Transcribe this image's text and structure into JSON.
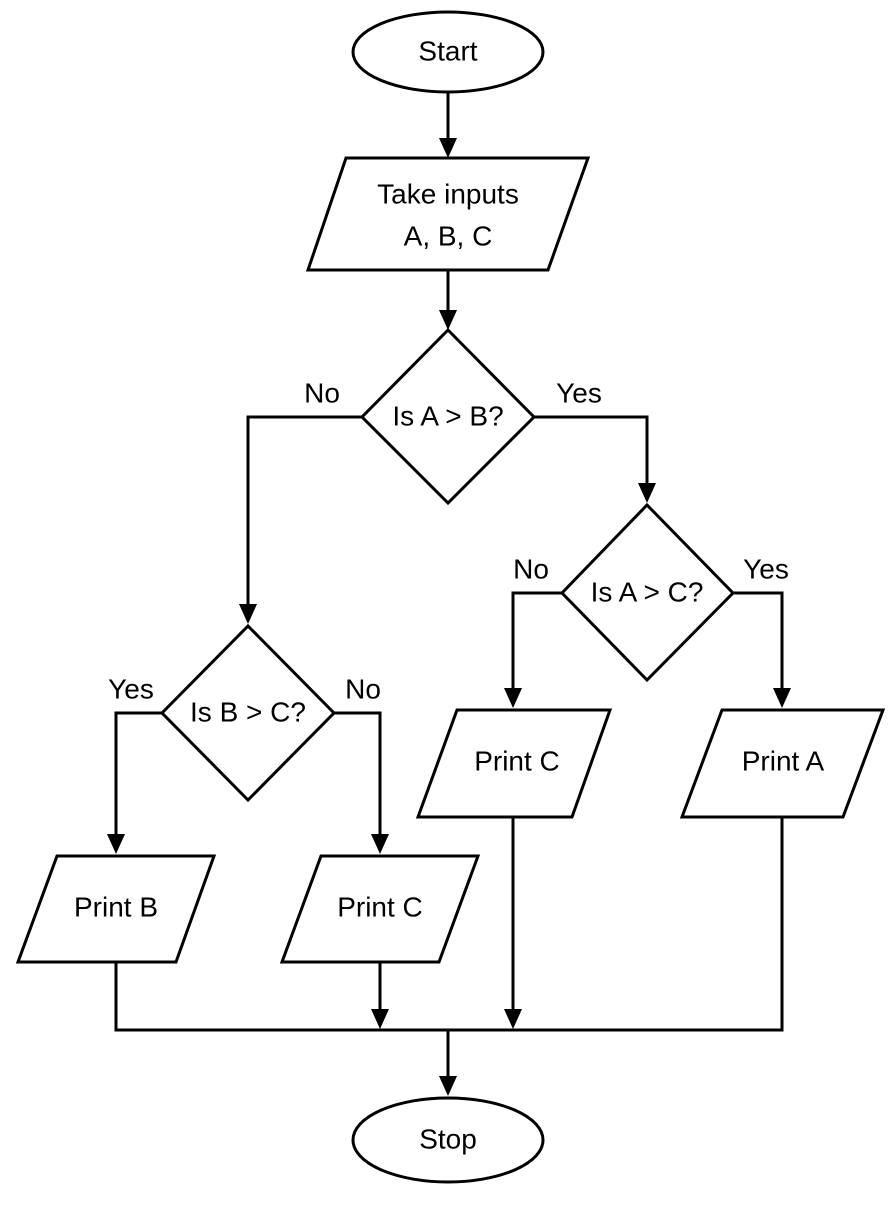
{
  "nodes": {
    "start": "Start",
    "input_line1": "Take inputs",
    "input_line2": "A, B, C",
    "decision_ab": "Is A > B?",
    "decision_ac": "Is A > C?",
    "decision_bc": "Is B > C?",
    "print_b": "Print B",
    "print_c_left": "Print C",
    "print_c_right": "Print C",
    "print_a": "Print A",
    "stop": "Stop"
  },
  "edge_labels": {
    "ab_no": "No",
    "ab_yes": "Yes",
    "ac_no": "No",
    "ac_yes": "Yes",
    "bc_yes": "Yes",
    "bc_no": "No"
  },
  "colors": {
    "stroke": "#000000",
    "fill": "#ffffff"
  }
}
